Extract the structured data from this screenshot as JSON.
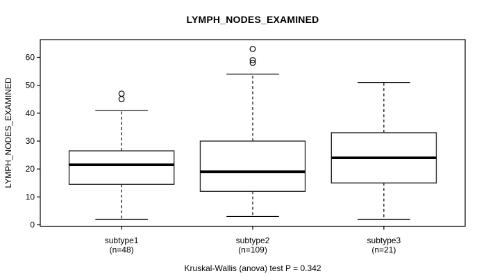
{
  "title": "LYMPH_NODES_EXAMINED",
  "y_axis_label": "LYMPH_NODES_EXAMINED",
  "caption": "Kruskal-Wallis (anova) test P = 0.342",
  "colors": {
    "foreground": "#000000",
    "background": "#ffffff",
    "box_fill": "#ffffff",
    "box_edge": "#2a2a2a"
  },
  "chart_data": {
    "type": "boxplot",
    "title": "LYMPH_NODES_EXAMINED",
    "xlabel": "",
    "ylabel": "LYMPH_NODES_EXAMINED",
    "caption": "Kruskal-Wallis (anova) test P = 0.342",
    "ylim": [
      0,
      66
    ],
    "yticks": [
      0,
      10,
      20,
      30,
      40,
      50,
      60
    ],
    "grid": false,
    "legend": "none",
    "groups": [
      {
        "label": "subtype1",
        "sublabel": "(n=48)",
        "n": 48,
        "whisker_low": 2,
        "q1": 14.5,
        "median": 21.5,
        "q3": 26.5,
        "whisker_high": 41,
        "outliers": [
          45,
          47
        ]
      },
      {
        "label": "subtype2",
        "sublabel": "(n=109)",
        "n": 109,
        "whisker_low": 3,
        "q1": 12,
        "median": 19,
        "q3": 30,
        "whisker_high": 54,
        "outliers": [
          58,
          59,
          63
        ]
      },
      {
        "label": "subtype3",
        "sublabel": "(n=21)",
        "n": 21,
        "whisker_low": 2,
        "q1": 15,
        "median": 24,
        "q3": 33,
        "whisker_high": 51,
        "outliers": []
      }
    ]
  }
}
